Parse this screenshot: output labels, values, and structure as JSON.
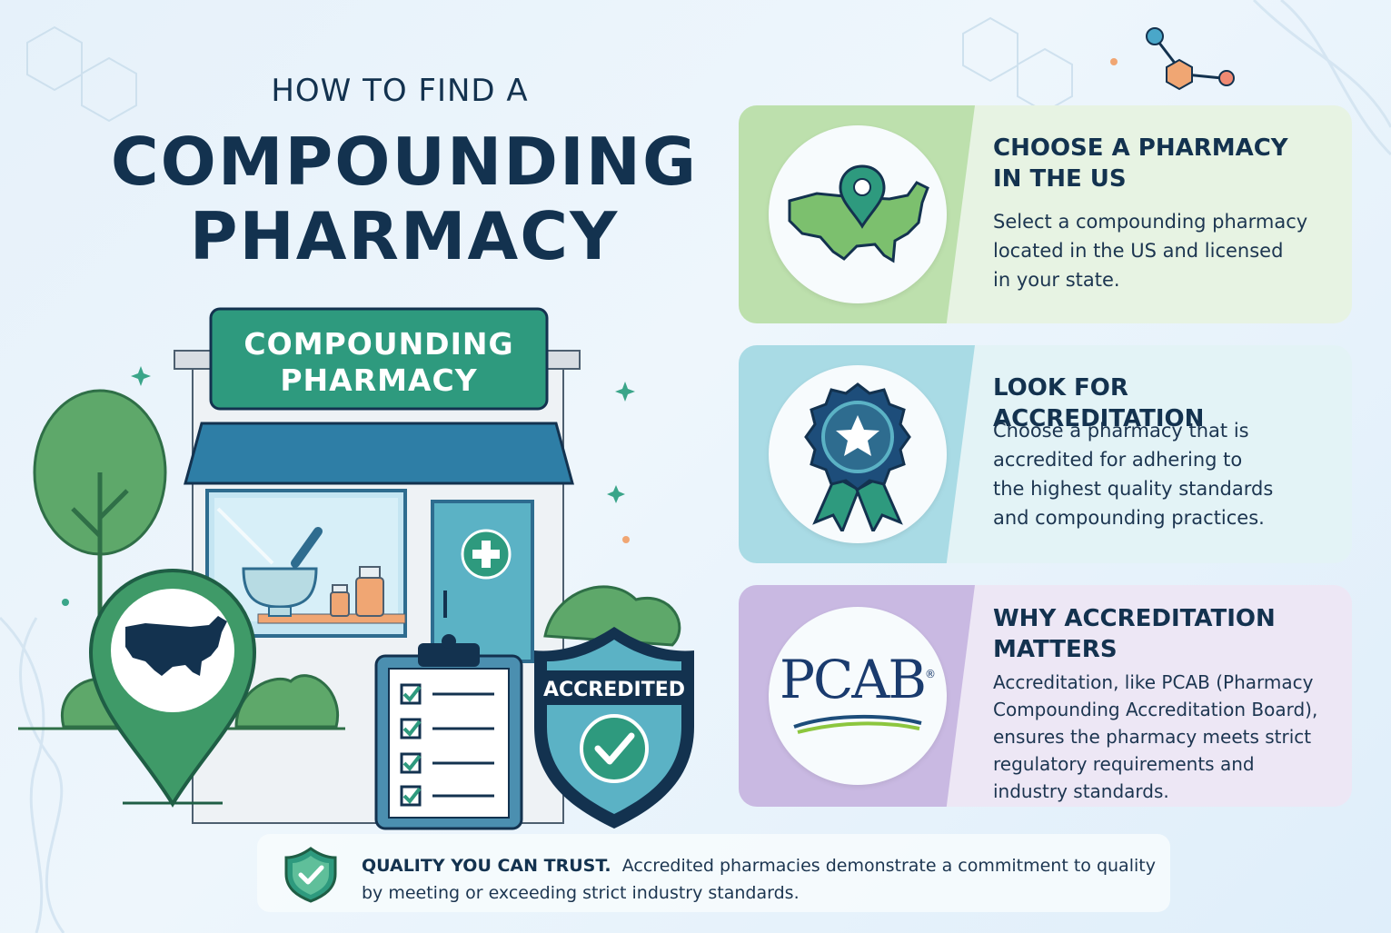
{
  "header": {
    "title_small": "HOW TO FIND A",
    "title_line1": "COMPOUNDING",
    "title_line2": "PHARMACY"
  },
  "storefront": {
    "sign_line1": "COMPOUNDING",
    "sign_line2": "PHARMACY",
    "shield_label": "ACCREDITED"
  },
  "cards": [
    {
      "title_line1": "CHOOSE A PHARMACY",
      "title_line2": "IN THE US",
      "desc_lines": [
        "Select a compounding pharmacy",
        "located in the US and licensed",
        "in your state."
      ],
      "icon": "us-map-pin-icon"
    },
    {
      "title_line1": "LOOK FOR ACCREDITATION",
      "desc_lines": [
        "Choose a pharmacy that is",
        "accredited for adhering to",
        "the highest quality standards",
        "and compounding practices."
      ],
      "icon": "award-ribbon-icon"
    },
    {
      "title_line1": "WHY ACCREDITATION",
      "title_line2": "MATTERS",
      "desc_lines": [
        "Accreditation, like PCAB (Pharmacy",
        "Compounding Accreditation Board),",
        "ensures the pharmacy meets strict",
        "regulatory requirements and",
        "industry standards."
      ],
      "logo_text": "PCAB",
      "logo_mark": "®"
    }
  ],
  "footer": {
    "strong": "QUALITY YOU CAN TRUST.",
    "line1": "Accredited pharmacies demonstrate a commitment to quality",
    "line2": "by meeting or exceeding strict industry standards."
  },
  "colors": {
    "navy": "#13324f",
    "teal": "#2e9a7e",
    "green": "#4f9a5d",
    "card1": "#bde0ad",
    "card2": "#a9dbe5",
    "card3": "#c9b9e2"
  }
}
